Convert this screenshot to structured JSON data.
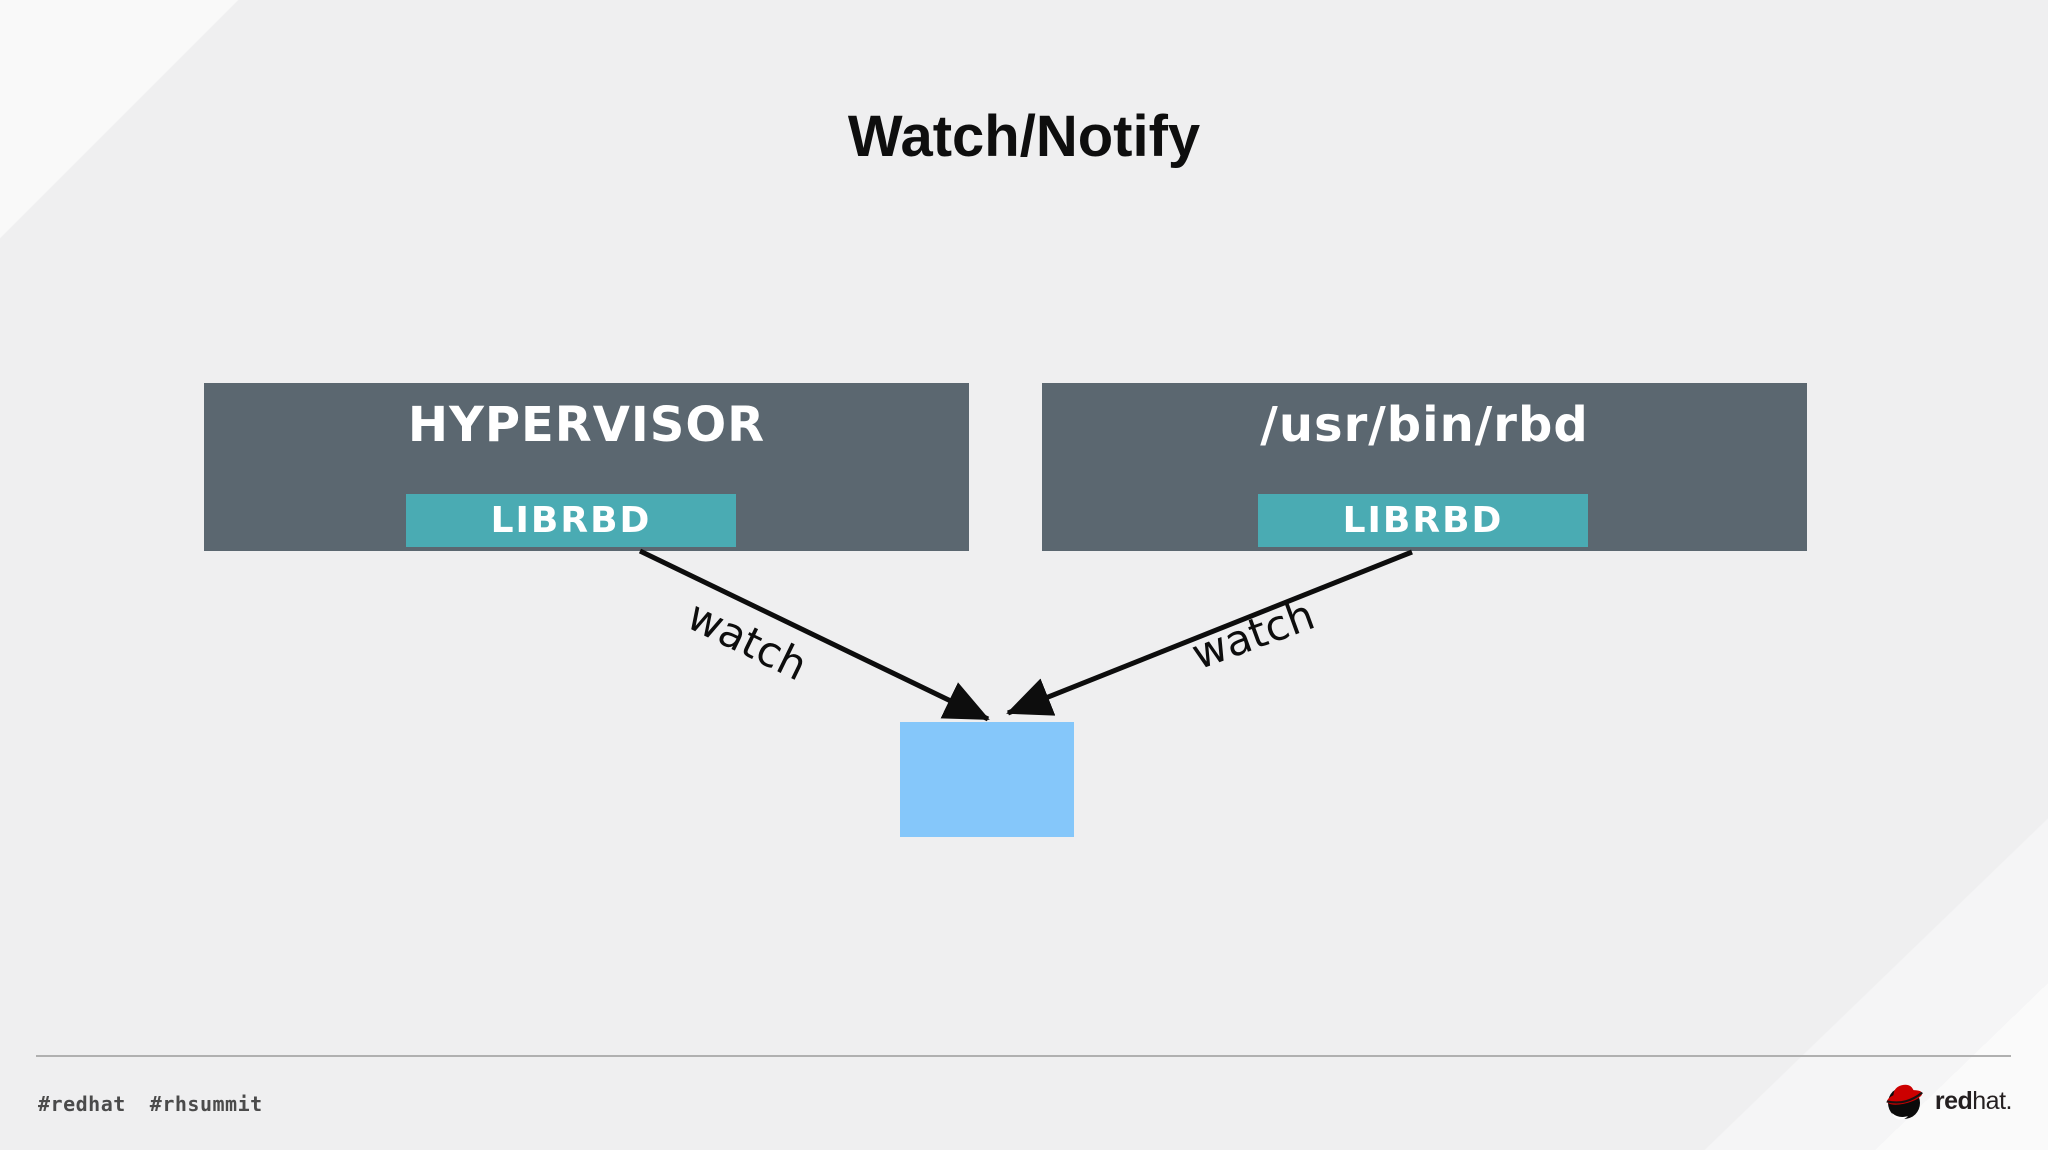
{
  "colors": {
    "bg": "#efeff0",
    "bg_light": "#f9f9f9",
    "node_dark": "#5b6770",
    "node_teal": "#4aabb3",
    "obj_blue": "#85c7fa",
    "arrow": "#0d0d0d",
    "title_text": "#0e0e0e",
    "footer_text": "#4b4b4b",
    "divider": "#b0b0b0",
    "logo_red": "#cc0000",
    "logo_dark": "#241f20"
  },
  "title": "Watch/Notify",
  "diagram": {
    "nodes": [
      {
        "id": "hypervisor",
        "label": "HYPERVISOR",
        "sublabel": "LIBRBD"
      },
      {
        "id": "usr-bin-rbd",
        "label": "/usr/bin/rbd",
        "sublabel": "LIBRBD"
      }
    ],
    "edges": [
      {
        "from": "librbd-left",
        "to": "object",
        "label": "watch"
      },
      {
        "from": "librbd-right",
        "to": "object",
        "label": "watch"
      }
    ]
  },
  "footer": {
    "hashtags": [
      "#redhat",
      "#rhsummit"
    ],
    "logo": {
      "bold": "red",
      "regular": "hat",
      "dot": "."
    }
  }
}
